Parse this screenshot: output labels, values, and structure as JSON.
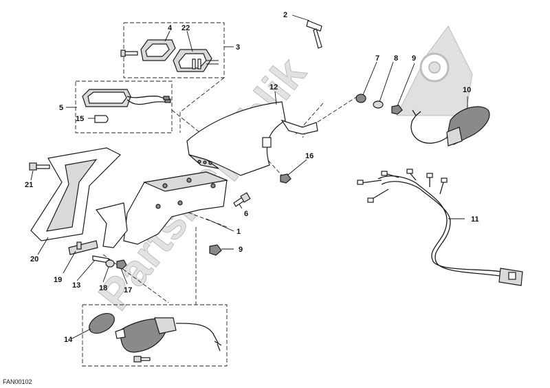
{
  "watermark": {
    "text": "PartsRepublik"
  },
  "drawing_code": "FAN00102",
  "callouts": {
    "c1": "1",
    "c2": "2",
    "c3": "3",
    "c4": "4",
    "c5": "5",
    "c6": "6",
    "c7": "7",
    "c8": "8",
    "c9a": "9",
    "c9b": "9",
    "c10": "10",
    "c11": "11",
    "c12": "12",
    "c13": "13",
    "c14": "14",
    "c15": "15",
    "c16": "16",
    "c17": "17",
    "c18": "18",
    "c19": "19",
    "c20": "20",
    "c21": "21",
    "c22": "22"
  }
}
